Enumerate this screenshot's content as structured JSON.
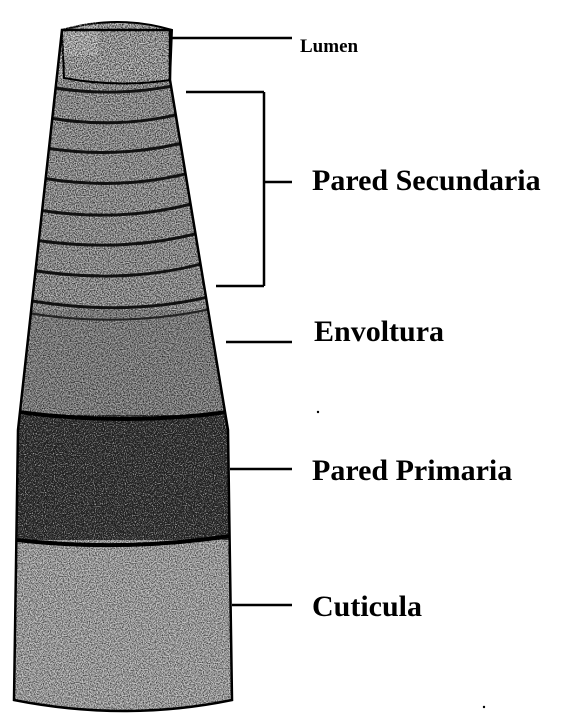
{
  "labels": {
    "lumen": "Lumen",
    "pared_secundaria": "Pared Secundaria",
    "envoltura": "Envoltura",
    "pared_primaria": "Pared Primaria",
    "cuticula": "Cuticula"
  },
  "colors": {
    "ink": "#000000",
    "paper": "#ffffff",
    "fiber_light": "#e8e8e8",
    "fiber_mid": "#9a9a9a",
    "fiber_dark": "#1a1a1a"
  }
}
